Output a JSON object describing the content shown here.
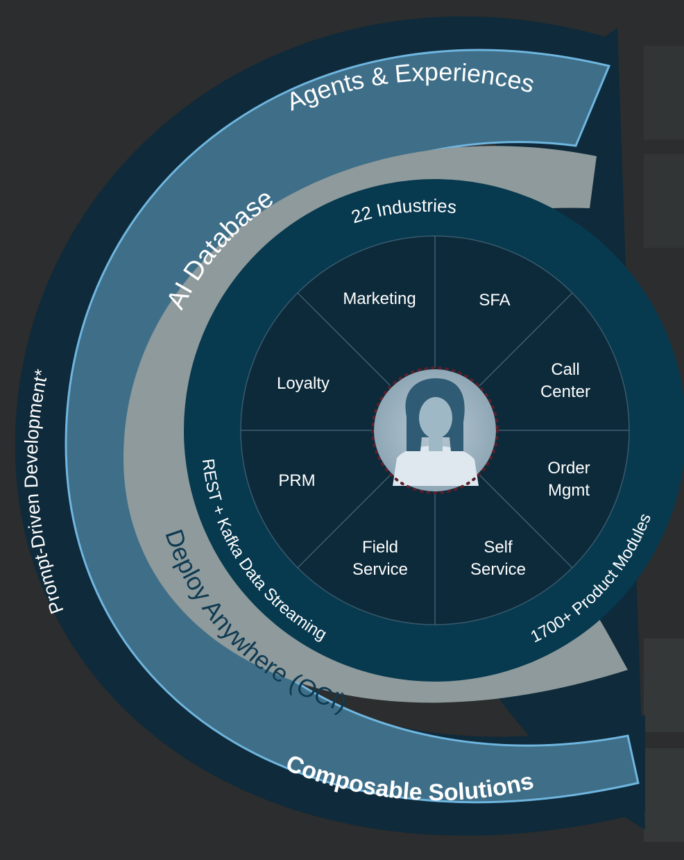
{
  "rings": {
    "outer_arc": "Prompt-Driven Development*",
    "top_band": "Agents & Experiences",
    "bottom_band": "Composable Solutions",
    "gray_top": "AI Database",
    "gray_bottom": "Deploy Anywhere (OCI)",
    "inner_top": "22 Industries",
    "inner_left": "REST + Kafka Data Streaming",
    "inner_right": "1700+ Product Modules"
  },
  "segments": [
    {
      "id": "marketing",
      "lines": [
        "Marketing"
      ]
    },
    {
      "id": "sfa",
      "lines": [
        "SFA"
      ]
    },
    {
      "id": "call-center",
      "lines": [
        "Call",
        "Center"
      ]
    },
    {
      "id": "order-mgmt",
      "lines": [
        "Order",
        "Mgmt"
      ]
    },
    {
      "id": "self-service",
      "lines": [
        "Self",
        "Service"
      ]
    },
    {
      "id": "field-service",
      "lines": [
        "Field",
        "Service"
      ]
    },
    {
      "id": "prm",
      "lines": [
        "PRM"
      ]
    },
    {
      "id": "loyalty",
      "lines": [
        "Loyalty"
      ]
    }
  ],
  "colors": {
    "background": "#2b2d2e",
    "outer_band": "#0f2a3a",
    "mid_band": "#3f6f88",
    "gray_band": "#8e9a9b",
    "inner_ring": "#07394f",
    "core": "#0c2a3a"
  },
  "center": {
    "icon": "person-avatar-icon"
  }
}
